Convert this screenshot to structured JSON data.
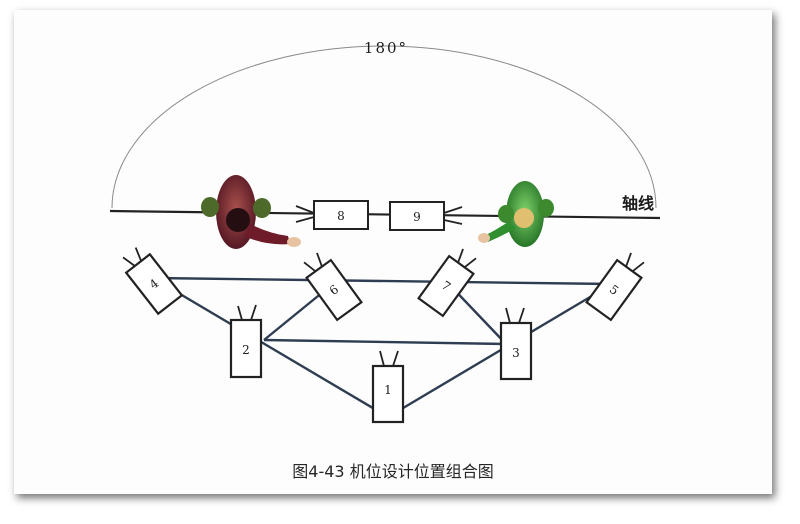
{
  "diagram": {
    "angle_label": "180°",
    "axis_label": "轴线",
    "cameras": {
      "c1": "1",
      "c2": "2",
      "c3": "3",
      "c4": "4",
      "c5": "5",
      "c6": "6",
      "c7": "7",
      "c8": "8",
      "c9": "9"
    },
    "person_left_color": "#6e1c2a",
    "person_right_color": "#2f8f2f"
  },
  "caption": "图4-43  机位设计位置组合图"
}
